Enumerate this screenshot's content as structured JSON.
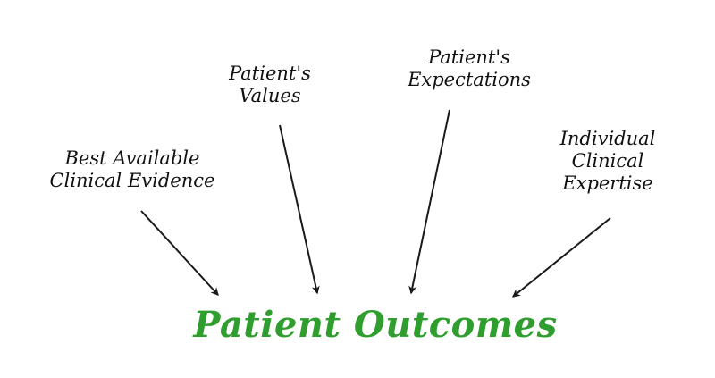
{
  "diagram": {
    "inputs": [
      {
        "id": "evidence",
        "lines": [
          "Best Available",
          "Clinical Evidence"
        ]
      },
      {
        "id": "values",
        "lines": [
          "Patient's",
          "Values"
        ]
      },
      {
        "id": "expect",
        "lines": [
          "Patient's",
          "Expectations"
        ]
      },
      {
        "id": "expertise",
        "lines": [
          "Individual",
          "Clinical",
          "Expertise"
        ]
      }
    ],
    "outcome": "Patient Outcomes",
    "colors": {
      "text": "#111111",
      "outcome": "#2f9e2f",
      "arrow": "#1a1a1a"
    }
  }
}
